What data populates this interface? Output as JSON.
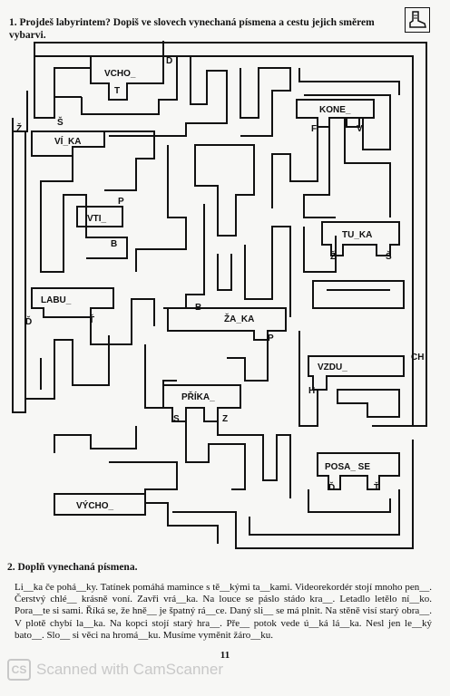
{
  "task1": {
    "text": "1. Projdeš labyrintem? Dopiš ve slovech vynechaná písmena a cestu jejich směrem vybarvi."
  },
  "maze": {
    "words": [
      "VCHO_",
      "KONE_",
      "VÍ_KA",
      "VTI_",
      "TU_KA",
      "LABU_",
      "ŽA_KA",
      "VZDU_",
      "PŘÍKA_",
      "POSA_ SE",
      "VÝCHO_"
    ],
    "letters": [
      "D",
      "T",
      "F",
      "V",
      "Ž",
      "Š",
      "P",
      "B",
      "Ž",
      "Š",
      "Ď",
      "Ť",
      "B",
      "P",
      "CH",
      "H",
      "S",
      "Z",
      "Ď",
      "Ť"
    ]
  },
  "task2": {
    "text": "2. Doplň vynechaná písmena."
  },
  "exercise": {
    "text": "Li__ka če pohá__ky. Tatínek pomáhá mamince s tě__kými ta__kami. Videorekordér stojí mnoho pen__. Čerstvý chlé__ krásně voní. Zavři vrá__ka. Na louce se páslo stádo kra__. Letadlo letělo ní__ko. Pora__te si sami. Říká se, že hně__ je špatný rá__ce. Daný sli__ se má plnit. Na stěně visí starý obra__. V plotě chybí la__ka. Na kopci stojí starý hra__. Pře__ potok vede ú__ká lá__ka. Nesl jen le__ký bato__. Slo__ si věci na hromá__ku. Musíme vyměnit žáro__ku."
  },
  "page_number": "11",
  "watermark": {
    "text": "Scanned with CamScanner",
    "logo": "CS"
  }
}
